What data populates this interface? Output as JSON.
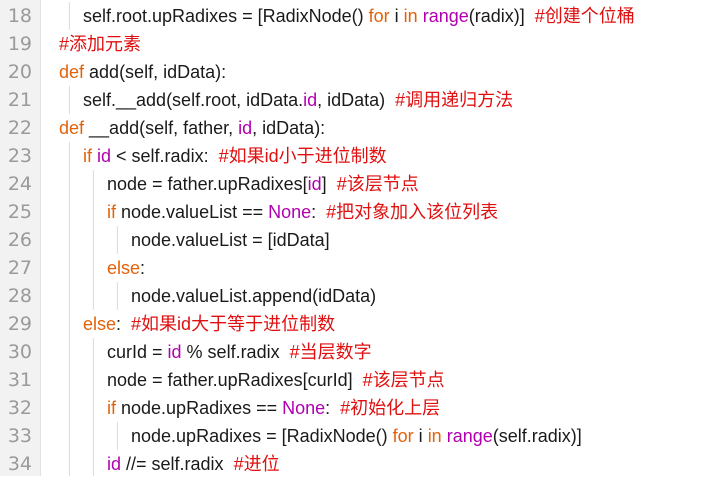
{
  "editor": {
    "lines": [
      {
        "number": "18",
        "indent": 1,
        "tokens": [
          {
            "t": "self.root.upRadixes = [RadixNode() ",
            "c": "n"
          },
          {
            "t": "for",
            "c": "kw"
          },
          {
            "t": " i ",
            "c": "n"
          },
          {
            "t": "in",
            "c": "kw"
          },
          {
            "t": " ",
            "c": "n"
          },
          {
            "t": "range",
            "c": "bi"
          },
          {
            "t": "(radix)]  ",
            "c": "n"
          },
          {
            "t": "#创建个位桶",
            "c": "cm"
          }
        ]
      },
      {
        "number": "19",
        "indent": 0,
        "tokens": [
          {
            "t": "#添加元素",
            "c": "cm"
          }
        ]
      },
      {
        "number": "20",
        "indent": 0,
        "tokens": [
          {
            "t": "def",
            "c": "kw"
          },
          {
            "t": " add(self, idData):",
            "c": "n"
          }
        ]
      },
      {
        "number": "21",
        "indent": 1,
        "tokens": [
          {
            "t": "self.__add(self.root, idData.",
            "c": "n"
          },
          {
            "t": "id",
            "c": "bi"
          },
          {
            "t": ", idData)  ",
            "c": "n"
          },
          {
            "t": "#调用递归方法",
            "c": "cm"
          }
        ]
      },
      {
        "number": "22",
        "indent": 0,
        "tokens": [
          {
            "t": "def",
            "c": "kw"
          },
          {
            "t": " __add(self, father, ",
            "c": "n"
          },
          {
            "t": "id",
            "c": "bi"
          },
          {
            "t": ", idData):",
            "c": "n"
          }
        ]
      },
      {
        "number": "23",
        "indent": 1,
        "tokens": [
          {
            "t": "if",
            "c": "kw"
          },
          {
            "t": " ",
            "c": "n"
          },
          {
            "t": "id",
            "c": "bi"
          },
          {
            "t": " < self.radix:  ",
            "c": "n"
          },
          {
            "t": "#如果id小于进位制数",
            "c": "cm"
          }
        ]
      },
      {
        "number": "24",
        "indent": 2,
        "tokens": [
          {
            "t": "node = father.upRadixes[",
            "c": "n"
          },
          {
            "t": "id",
            "c": "bi"
          },
          {
            "t": "]  ",
            "c": "n"
          },
          {
            "t": "#该层节点",
            "c": "cm"
          }
        ]
      },
      {
        "number": "25",
        "indent": 2,
        "tokens": [
          {
            "t": "if",
            "c": "kw"
          },
          {
            "t": " node.valueList == ",
            "c": "n"
          },
          {
            "t": "None",
            "c": "bi"
          },
          {
            "t": ":  ",
            "c": "n"
          },
          {
            "t": "#把对象加入该位列表",
            "c": "cm"
          }
        ]
      },
      {
        "number": "26",
        "indent": 3,
        "tokens": [
          {
            "t": "node.valueList = [idData]",
            "c": "n"
          }
        ]
      },
      {
        "number": "27",
        "indent": 2,
        "tokens": [
          {
            "t": "else",
            "c": "kw"
          },
          {
            "t": ":",
            "c": "n"
          }
        ]
      },
      {
        "number": "28",
        "indent": 3,
        "tokens": [
          {
            "t": "node.valueList.append(idData)",
            "c": "n"
          }
        ]
      },
      {
        "number": "29",
        "indent": 1,
        "tokens": [
          {
            "t": "else",
            "c": "kw"
          },
          {
            "t": ":  ",
            "c": "n"
          },
          {
            "t": "#如果id大于等于进位制数",
            "c": "cm"
          }
        ]
      },
      {
        "number": "30",
        "indent": 2,
        "tokens": [
          {
            "t": "curId = ",
            "c": "n"
          },
          {
            "t": "id",
            "c": "bi"
          },
          {
            "t": " % self.radix  ",
            "c": "n"
          },
          {
            "t": "#当层数字",
            "c": "cm"
          }
        ]
      },
      {
        "number": "31",
        "indent": 2,
        "tokens": [
          {
            "t": "node = father.upRadixes[curId]  ",
            "c": "n"
          },
          {
            "t": "#该层节点",
            "c": "cm"
          }
        ]
      },
      {
        "number": "32",
        "indent": 2,
        "tokens": [
          {
            "t": "if",
            "c": "kw"
          },
          {
            "t": " node.upRadixes == ",
            "c": "n"
          },
          {
            "t": "None",
            "c": "bi"
          },
          {
            "t": ":  ",
            "c": "n"
          },
          {
            "t": "#初始化上层",
            "c": "cm"
          }
        ]
      },
      {
        "number": "33",
        "indent": 3,
        "tokens": [
          {
            "t": "node.upRadixes = [RadixNode() ",
            "c": "n"
          },
          {
            "t": "for",
            "c": "kw"
          },
          {
            "t": " i ",
            "c": "n"
          },
          {
            "t": "in",
            "c": "kw"
          },
          {
            "t": " ",
            "c": "n"
          },
          {
            "t": "range",
            "c": "bi"
          },
          {
            "t": "(self.radix)]",
            "c": "n"
          }
        ]
      },
      {
        "number": "34",
        "indent": 2,
        "tokens": [
          {
            "t": "id",
            "c": "bi"
          },
          {
            "t": " //= self.radix  ",
            "c": "n"
          },
          {
            "t": "#进位",
            "c": "cm"
          }
        ]
      }
    ]
  }
}
